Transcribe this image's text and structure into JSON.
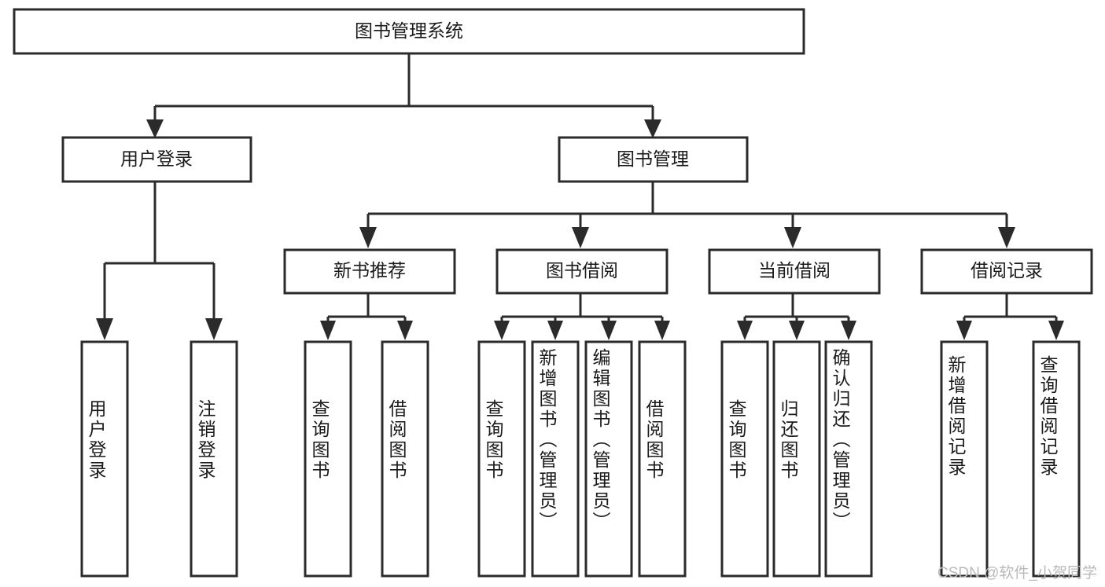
{
  "diagram": {
    "title": "图书管理系统",
    "type": "tree",
    "orientation": "top-down",
    "colors": {
      "box_stroke": "#2b2b2b",
      "box_fill": "#ffffff",
      "connector": "#2b2b2b",
      "text": "#1a1a1a",
      "background": "#ffffff",
      "watermark": "#b9b9b9"
    },
    "levels": {
      "root": {
        "label": "图书管理系统"
      },
      "level2": [
        {
          "label": "用户登录"
        },
        {
          "label": "图书管理"
        }
      ],
      "level3": [
        {
          "label": "新书推荐"
        },
        {
          "label": "图书借阅"
        },
        {
          "label": "当前借阅"
        },
        {
          "label": "借阅记录"
        }
      ]
    },
    "leaves": {
      "user_login": [
        {
          "label": "用户登录"
        },
        {
          "label": "注销登录"
        }
      ],
      "new_book_recommend": [
        {
          "label": "查询图书"
        },
        {
          "label": "借阅图书"
        }
      ],
      "book_borrow": [
        {
          "label": "查询图书"
        },
        {
          "label": "新增图书（管理员）"
        },
        {
          "label": "编辑图书（管理员）"
        },
        {
          "label": "借阅图书"
        }
      ],
      "current_borrow": [
        {
          "label": "查询图书"
        },
        {
          "label": "归还图书"
        },
        {
          "label": "确认归还（管理员）"
        }
      ],
      "borrow_record": [
        {
          "label": "新增借阅记录"
        },
        {
          "label": "查询借阅记录"
        }
      ]
    },
    "watermark": "CSDN @软件_小贺同学"
  }
}
